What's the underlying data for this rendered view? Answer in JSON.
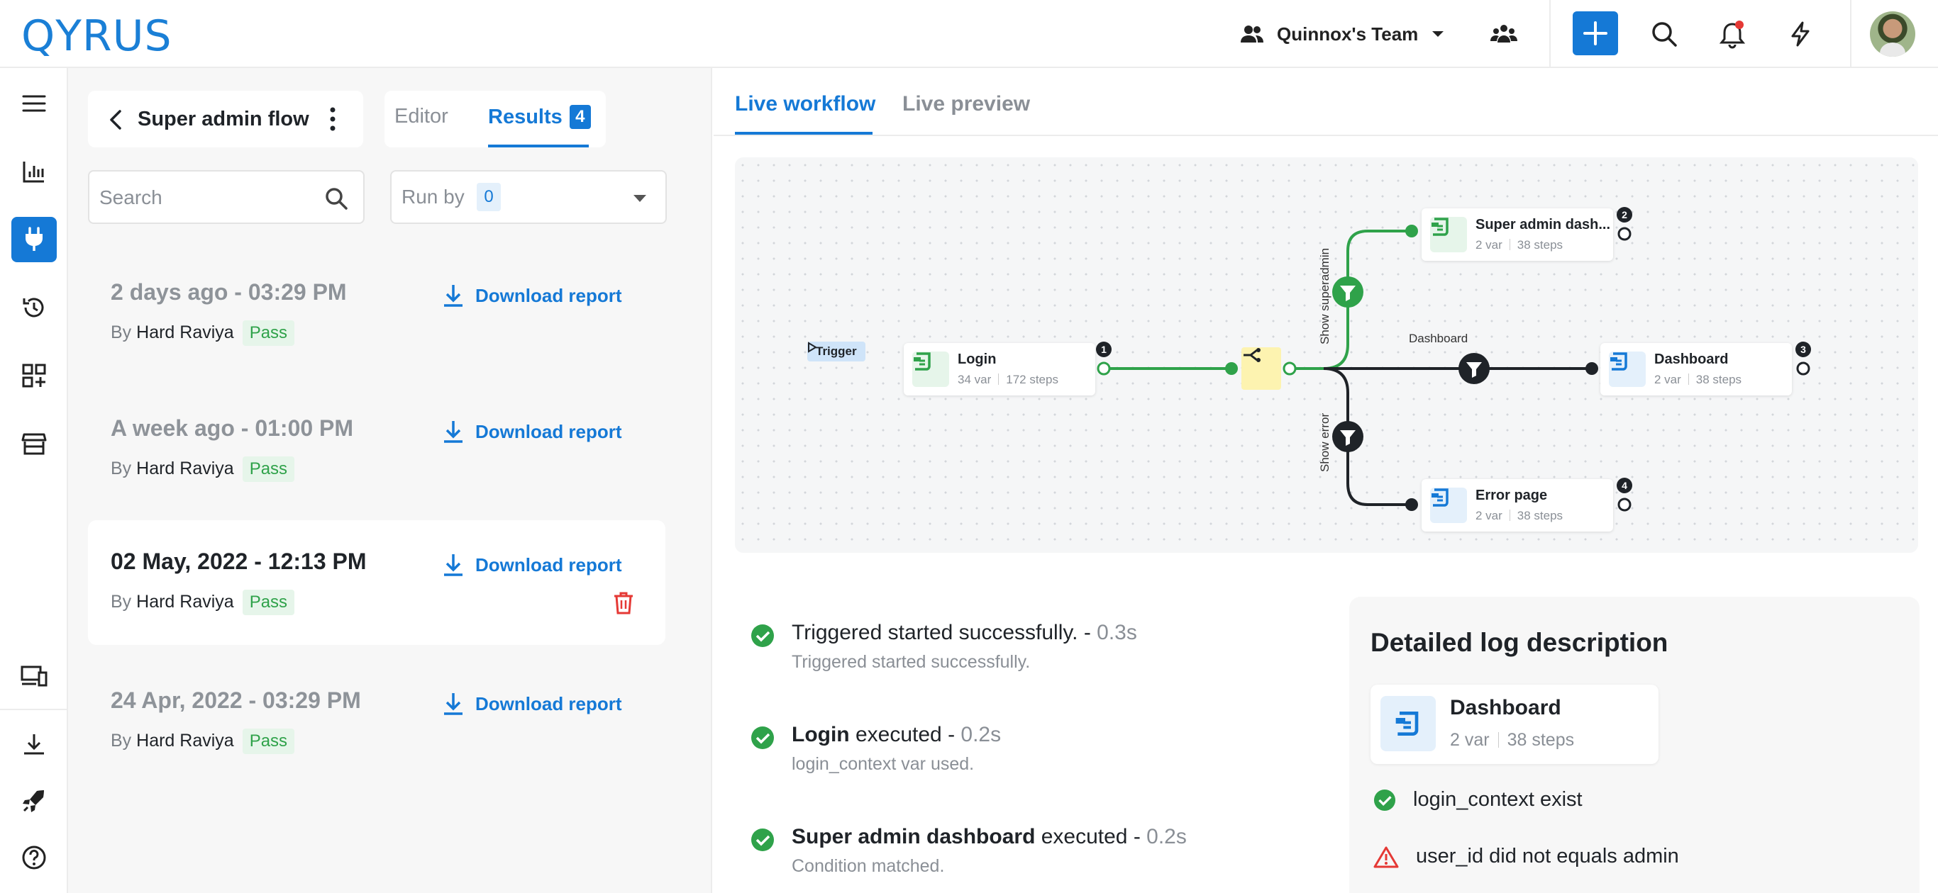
{
  "app": {
    "logo_text": "QYRUS"
  },
  "topbar": {
    "team_name": "Quinnox's Team",
    "icons": [
      "team-icon",
      "chevron-down-icon",
      "users-icon",
      "plus-icon",
      "search-icon",
      "bell-icon",
      "lightning-icon",
      "avatar"
    ]
  },
  "rail": {
    "items": [
      "menu-icon",
      "analytics-icon",
      "plug-icon",
      "history-icon",
      "apps-add-icon",
      "store-icon",
      "devices-icon",
      "download-icon",
      "rocket-icon",
      "help-icon"
    ],
    "active": "plug-icon"
  },
  "flow": {
    "title": "Super admin flow",
    "tabs": [
      {
        "label": "Editor"
      },
      {
        "label": "Results",
        "count": "4"
      }
    ],
    "search_placeholder": "Search",
    "runby_label": "Run by",
    "runby_count": "0"
  },
  "results": [
    {
      "date": "2 days ago - 03:29 PM",
      "by_prefix": "By",
      "author": "Hard Raviya",
      "status": "Pass",
      "download_label": "Download report"
    },
    {
      "date": "A week ago - 01:00 PM",
      "by_prefix": "By",
      "author": "Hard Raviya",
      "status": "Pass",
      "download_label": "Download report"
    },
    {
      "date": "02 May, 2022 - 12:13 PM",
      "by_prefix": "By",
      "author": "Hard Raviya",
      "status": "Pass",
      "download_label": "Download report"
    },
    {
      "date": "24 Apr, 2022 - 03:29 PM",
      "by_prefix": "By",
      "author": "Hard Raviya",
      "status": "Pass",
      "download_label": "Download report"
    }
  ],
  "workspace": {
    "tabs": [
      {
        "label": "Live workflow"
      },
      {
        "label": "Live preview"
      }
    ],
    "trigger_label": "Trigger",
    "nodes": [
      {
        "title": "Login",
        "vars": "34 var",
        "steps": "172 steps",
        "num": "1"
      },
      {
        "title": "Super admin dash...",
        "vars": "2 var",
        "steps": "38 steps",
        "num": "2"
      },
      {
        "title": "Dashboard",
        "vars": "2 var",
        "steps": "38 steps",
        "num": "3"
      },
      {
        "title": "Error page",
        "vars": "2 var",
        "steps": "38 steps",
        "num": "4"
      }
    ],
    "branch_labels": {
      "superadmin": "Show superadmin",
      "dashboard": "Dashboard",
      "error": "Show error"
    },
    "colors": {
      "accent": "#1579d6",
      "success": "#2fa24a",
      "dark": "#1f2328",
      "switch": "#fdf3b0"
    }
  },
  "logs": [
    {
      "title_strong": "",
      "title_rest": "Triggered started successfully. - ",
      "duration": "0.3s",
      "subtitle": "Triggered started successfully."
    },
    {
      "title_strong": "Login",
      "title_rest": " executed - ",
      "duration": "0.2s",
      "subtitle": "login_context var used."
    },
    {
      "title_strong": "Super admin dashboard",
      "title_rest": " executed - ",
      "duration": "0.2s",
      "subtitle": "Condition matched."
    }
  ],
  "detail": {
    "title": "Detailed log description",
    "node_name": "Dashboard",
    "vars": "2 var",
    "steps": "38 steps",
    "checks": [
      {
        "text": "login_context exist",
        "status": "success"
      },
      {
        "text": "user_id did not equals admin",
        "status": "warning"
      }
    ]
  }
}
